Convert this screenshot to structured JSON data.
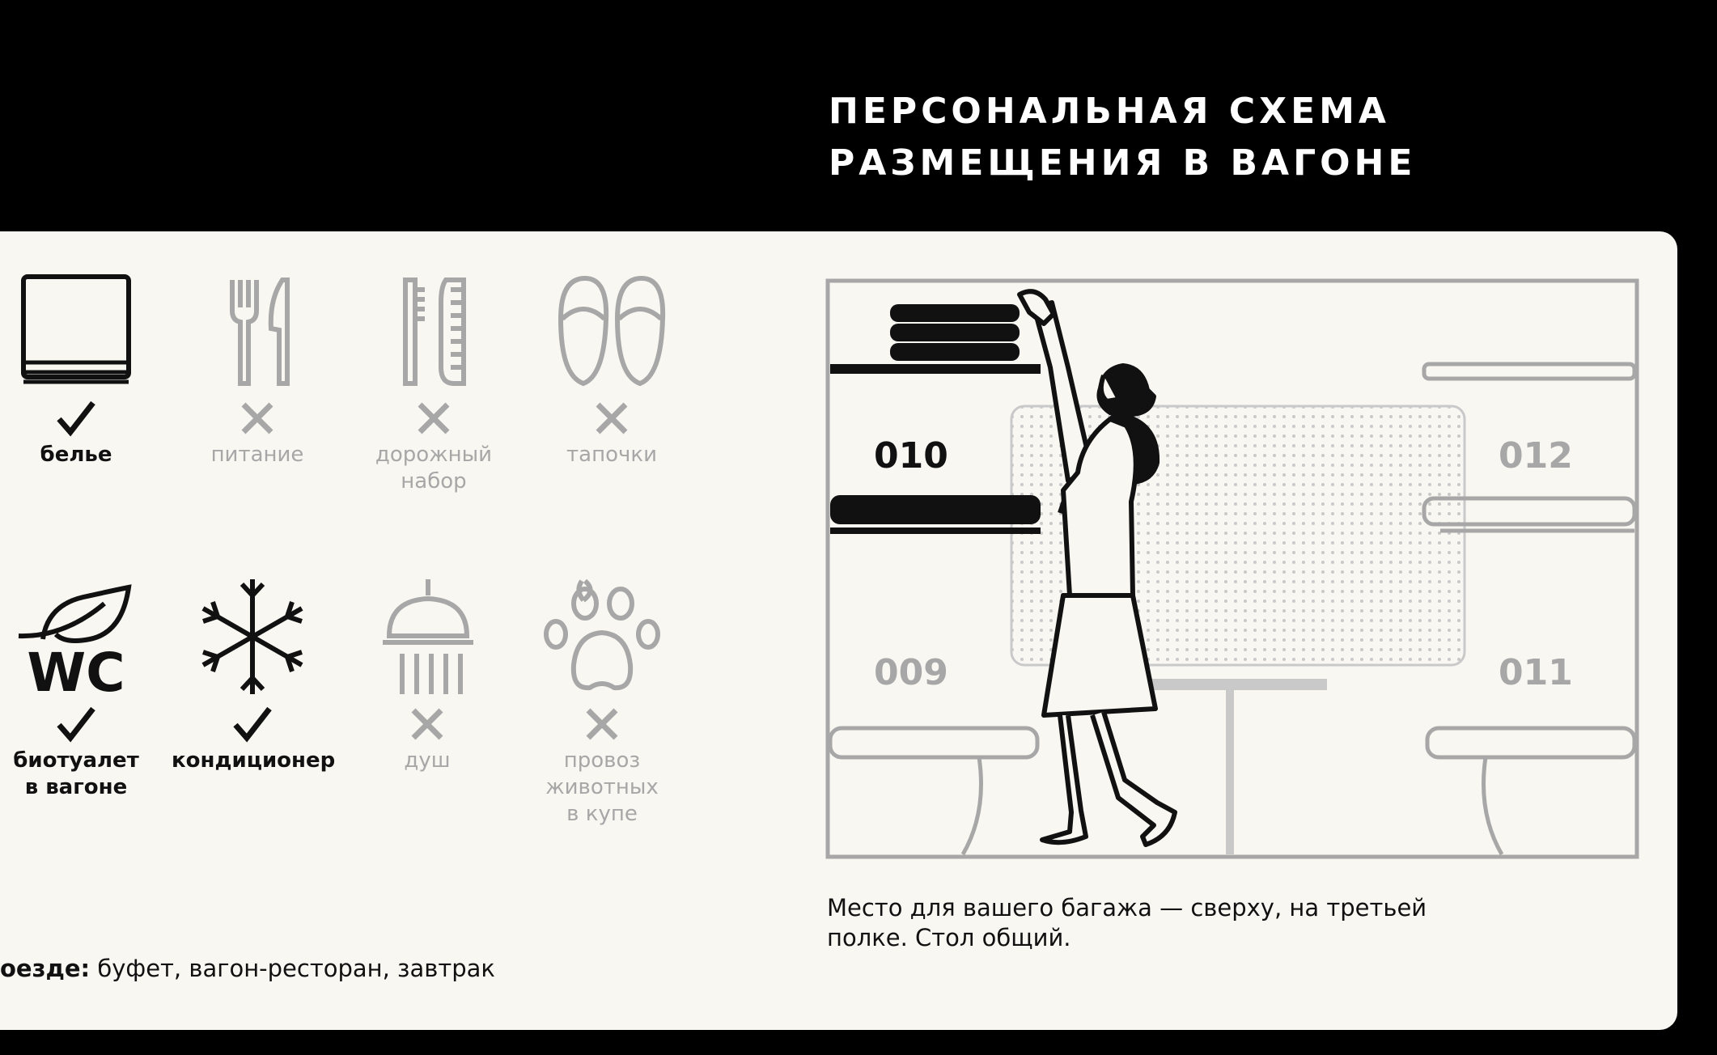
{
  "header": {
    "title_line1": "ПЕРСОНАЛЬНАЯ СХЕМА",
    "title_line2": "РАЗМЕЩЕНИЯ В ВАГОНЕ"
  },
  "amenities": [
    {
      "label": "белье",
      "available": true,
      "icon": "towel-icon"
    },
    {
      "label": "питание",
      "available": false,
      "icon": "fork-knife-icon"
    },
    {
      "label": "дорожный набор",
      "available": false,
      "icon": "toothbrush-comb-icon"
    },
    {
      "label": "тапочки",
      "available": false,
      "icon": "slippers-icon"
    },
    {
      "label": "биотуалет в вагоне",
      "available": true,
      "icon": "eco-wc-icon"
    },
    {
      "label": "кондиционер",
      "available": true,
      "icon": "snowflake-icon"
    },
    {
      "label": "душ",
      "available": false,
      "icon": "shower-icon"
    },
    {
      "label": "провоз животных в купе",
      "available": false,
      "icon": "paw-icon"
    }
  ],
  "amenity_lines": {
    "a0": [
      "белье"
    ],
    "a1": [
      "питание"
    ],
    "a2": [
      "дорожный",
      "набор"
    ],
    "a3": [
      "тапочки"
    ],
    "a4": [
      "биотуалет",
      "в вагоне"
    ],
    "a5": [
      "кондиционер"
    ],
    "a6": [
      "душ"
    ],
    "a7": [
      "провоз",
      "животных",
      "в купе"
    ]
  },
  "on_train": {
    "prefix": "оезде:",
    "text": " буфет, вагон-ресторан, завтрак"
  },
  "scheme": {
    "seats": {
      "upper_left": "010",
      "lower_left": "009",
      "upper_right": "012",
      "lower_right": "011"
    },
    "selected_seat": "010",
    "caption_line1": "Место для вашего багажа — сверху, на третьей",
    "caption_line2": "полке. Стол общий."
  },
  "colors": {
    "background": "#000000",
    "panel": "#f8f7f2",
    "active": "#111111",
    "inactive": "#a7a7a7"
  }
}
